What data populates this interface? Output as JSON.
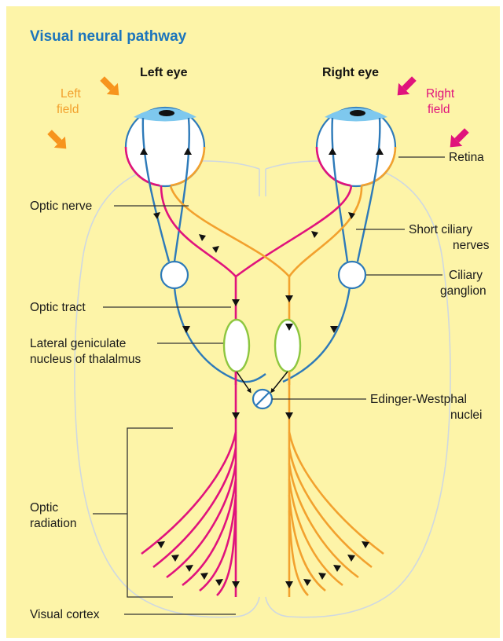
{
  "title": "Visual neural pathway",
  "eyes": {
    "left": "Left eye",
    "right": "Right eye"
  },
  "fields": {
    "left_line1": "Left",
    "left_line2": "field",
    "right_line1": "Right",
    "right_line2": "field"
  },
  "labels": {
    "retina": "Retina",
    "optic_nerve": "Optic nerve",
    "short_ciliary_line1": "Short ciliary",
    "short_ciliary_line2": "nerves",
    "ciliary_ganglion_line1": "Ciliary",
    "ciliary_ganglion_line2": "ganglion",
    "optic_tract": "Optic tract",
    "lgn_line1": "Lateral geniculate",
    "lgn_line2": "nucleus of thalalmus",
    "edinger_line1": "Edinger-Westphal",
    "edinger_line2": "nuclei",
    "optic_radiation_line1": "Optic",
    "optic_radiation_line2": "radiation",
    "visual_cortex": "Visual cortex"
  },
  "colors": {
    "background": "#fdf4a8",
    "title": "#1c75bc",
    "left_field": "#f2a12e",
    "right_field": "#e0137c",
    "nerve_blue": "#2d7ab9",
    "nucleus_green": "#8dc63f",
    "brain_outline": "#cfd8e0"
  }
}
